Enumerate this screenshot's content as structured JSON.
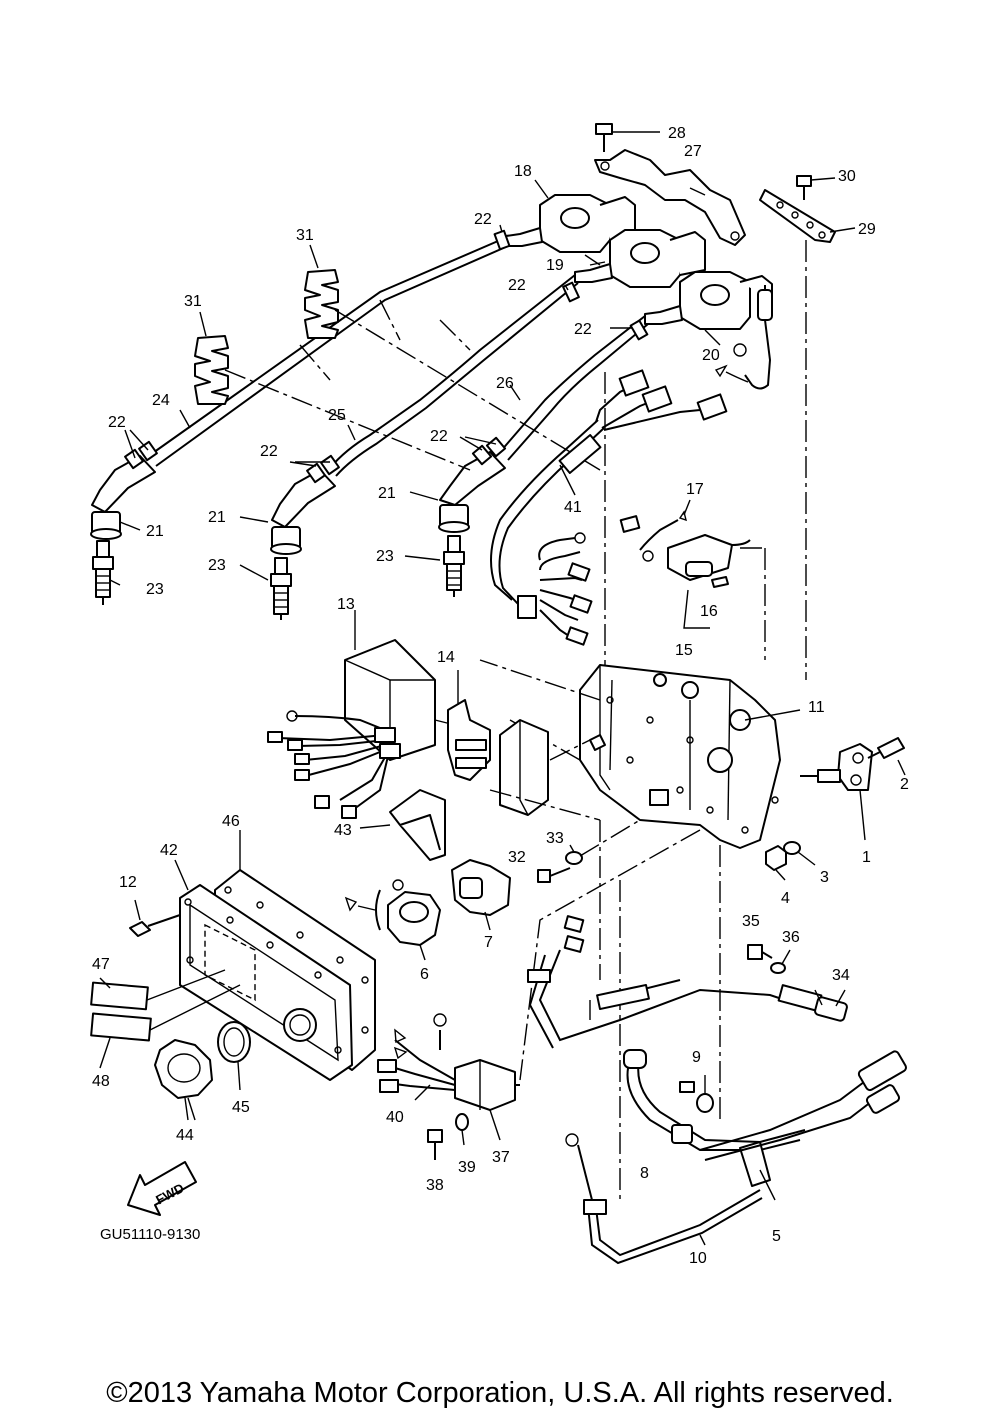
{
  "callouts": [
    {
      "id": "c1",
      "label": "1"
    },
    {
      "id": "c2",
      "label": "2"
    },
    {
      "id": "c3",
      "label": "3"
    },
    {
      "id": "c4",
      "label": "4"
    },
    {
      "id": "c5",
      "label": "5"
    },
    {
      "id": "c6",
      "label": "6"
    },
    {
      "id": "c7",
      "label": "7"
    },
    {
      "id": "c8",
      "label": "8"
    },
    {
      "id": "c9",
      "label": "9"
    },
    {
      "id": "c10",
      "label": "10"
    },
    {
      "id": "c11",
      "label": "11"
    },
    {
      "id": "c12",
      "label": "12"
    },
    {
      "id": "c13",
      "label": "13"
    },
    {
      "id": "c14",
      "label": "14"
    },
    {
      "id": "c15",
      "label": "15"
    },
    {
      "id": "c16",
      "label": "16"
    },
    {
      "id": "c17",
      "label": "17"
    },
    {
      "id": "c18",
      "label": "18"
    },
    {
      "id": "c19",
      "label": "19"
    },
    {
      "id": "c20",
      "label": "20"
    },
    {
      "id": "c21a",
      "label": "21"
    },
    {
      "id": "c21b",
      "label": "21"
    },
    {
      "id": "c21c",
      "label": "21"
    },
    {
      "id": "c22a",
      "label": "22"
    },
    {
      "id": "c22b",
      "label": "22"
    },
    {
      "id": "c22c",
      "label": "22"
    },
    {
      "id": "c22d",
      "label": "22"
    },
    {
      "id": "c22e",
      "label": "22"
    },
    {
      "id": "c22f",
      "label": "22"
    },
    {
      "id": "c23a",
      "label": "23"
    },
    {
      "id": "c23b",
      "label": "23"
    },
    {
      "id": "c23c",
      "label": "23"
    },
    {
      "id": "c24",
      "label": "24"
    },
    {
      "id": "c25",
      "label": "25"
    },
    {
      "id": "c26",
      "label": "26"
    },
    {
      "id": "c27",
      "label": "27"
    },
    {
      "id": "c28",
      "label": "28"
    },
    {
      "id": "c29",
      "label": "29"
    },
    {
      "id": "c30",
      "label": "30"
    },
    {
      "id": "c31a",
      "label": "31"
    },
    {
      "id": "c31b",
      "label": "31"
    },
    {
      "id": "c32",
      "label": "32"
    },
    {
      "id": "c33",
      "label": "33"
    },
    {
      "id": "c34",
      "label": "34"
    },
    {
      "id": "c35",
      "label": "35"
    },
    {
      "id": "c36",
      "label": "36"
    },
    {
      "id": "c37",
      "label": "37"
    },
    {
      "id": "c38",
      "label": "38"
    },
    {
      "id": "c39",
      "label": "39"
    },
    {
      "id": "c40",
      "label": "40"
    },
    {
      "id": "c41",
      "label": "41"
    },
    {
      "id": "c42",
      "label": "42"
    },
    {
      "id": "c43",
      "label": "43"
    },
    {
      "id": "c44",
      "label": "44"
    },
    {
      "id": "c45",
      "label": "45"
    },
    {
      "id": "c46",
      "label": "46"
    },
    {
      "id": "c47",
      "label": "47"
    },
    {
      "id": "c48",
      "label": "48"
    }
  ],
  "fwd_label": "FWD",
  "diagram_code": "GU51110-9130",
  "copyright": "©2013 Yamaha Motor Corporation, U.S.A. All rights reserved."
}
